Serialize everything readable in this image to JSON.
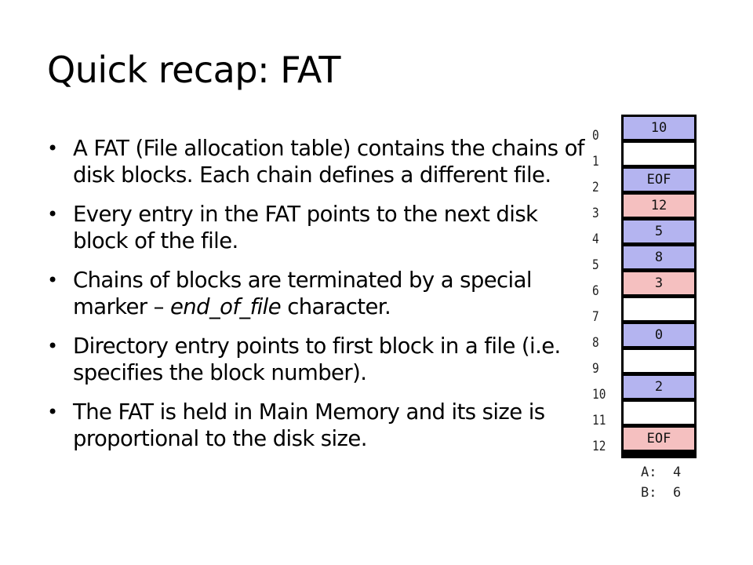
{
  "slide": {
    "title": "Quick recap: FAT",
    "bullet_marker": "•",
    "bullets": [
      "A FAT (File allocation table) contains the chains of disk blocks. Each chain defines a different file.",
      "Every entry in the FAT points to the next disk block of the file.",
      {
        "before": "Chains of blocks are terminated by a special marker – ",
        "emph": "end_of_file",
        "after": " character."
      },
      "Directory entry points to first block in a file (i.e. specifies the block number).",
      "The FAT is held in Main Memory and its size is proportional to the disk size."
    ]
  },
  "fat_diagram": {
    "colors": {
      "blue": "#b4b4f0",
      "pink": "#f5c0c0",
      "empty": "#ffffff",
      "border": "#000000"
    },
    "rows": [
      {
        "index": "0",
        "value": "10",
        "color": "blue"
      },
      {
        "index": "1",
        "value": "",
        "color": "empty"
      },
      {
        "index": "2",
        "value": "EOF",
        "color": "blue"
      },
      {
        "index": "3",
        "value": "12",
        "color": "pink"
      },
      {
        "index": "4",
        "value": "5",
        "color": "blue"
      },
      {
        "index": "5",
        "value": "8",
        "color": "blue"
      },
      {
        "index": "6",
        "value": "3",
        "color": "pink"
      },
      {
        "index": "7",
        "value": "",
        "color": "empty"
      },
      {
        "index": "8",
        "value": "0",
        "color": "blue"
      },
      {
        "index": "9",
        "value": "",
        "color": "empty"
      },
      {
        "index": "10",
        "value": "2",
        "color": "blue"
      },
      {
        "index": "11",
        "value": "",
        "color": "empty"
      },
      {
        "index": "12",
        "value": "EOF",
        "color": "pink"
      }
    ],
    "directory": [
      {
        "label": "A:",
        "value": "4"
      },
      {
        "label": "B:",
        "value": "6"
      }
    ]
  }
}
